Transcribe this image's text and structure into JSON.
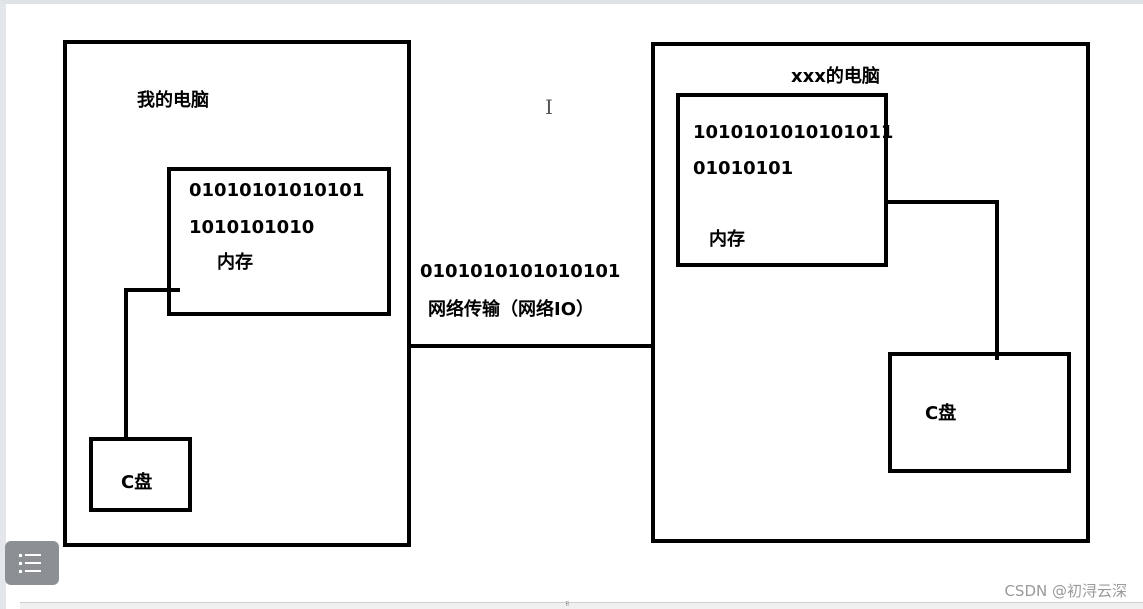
{
  "diagram": {
    "my_computer": {
      "title": "我的电脑",
      "memory_line1": "01010101010101",
      "memory_line2": "1010101010",
      "memory_label": "内存",
      "disk_label": "C盘"
    },
    "transfer": {
      "bits": "0101010101010101",
      "label": "网络传输（网络IO）"
    },
    "other_computer": {
      "title": "xxx的电脑",
      "memory_line1": "1010101010101011",
      "memory_line2": "01010101",
      "memory_label": "内存",
      "disk_label": "C盘"
    }
  },
  "ui": {
    "toc_icon": "list-icon",
    "cursor_glyph": "I",
    "grip_glyph": "⠿",
    "watermark": "CSDN @初浔云深"
  }
}
